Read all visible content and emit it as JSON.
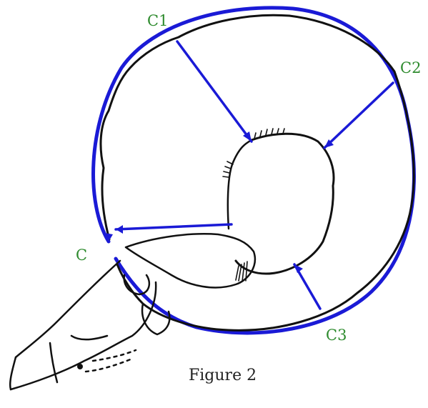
{
  "labels": {
    "c": "C",
    "c1": "C1",
    "c2": "C2",
    "c3": "C3"
  },
  "caption": "Figure 2",
  "colors": {
    "outline": "#1a1ad6",
    "label": "#2e8b2e",
    "ink": "#111111"
  }
}
